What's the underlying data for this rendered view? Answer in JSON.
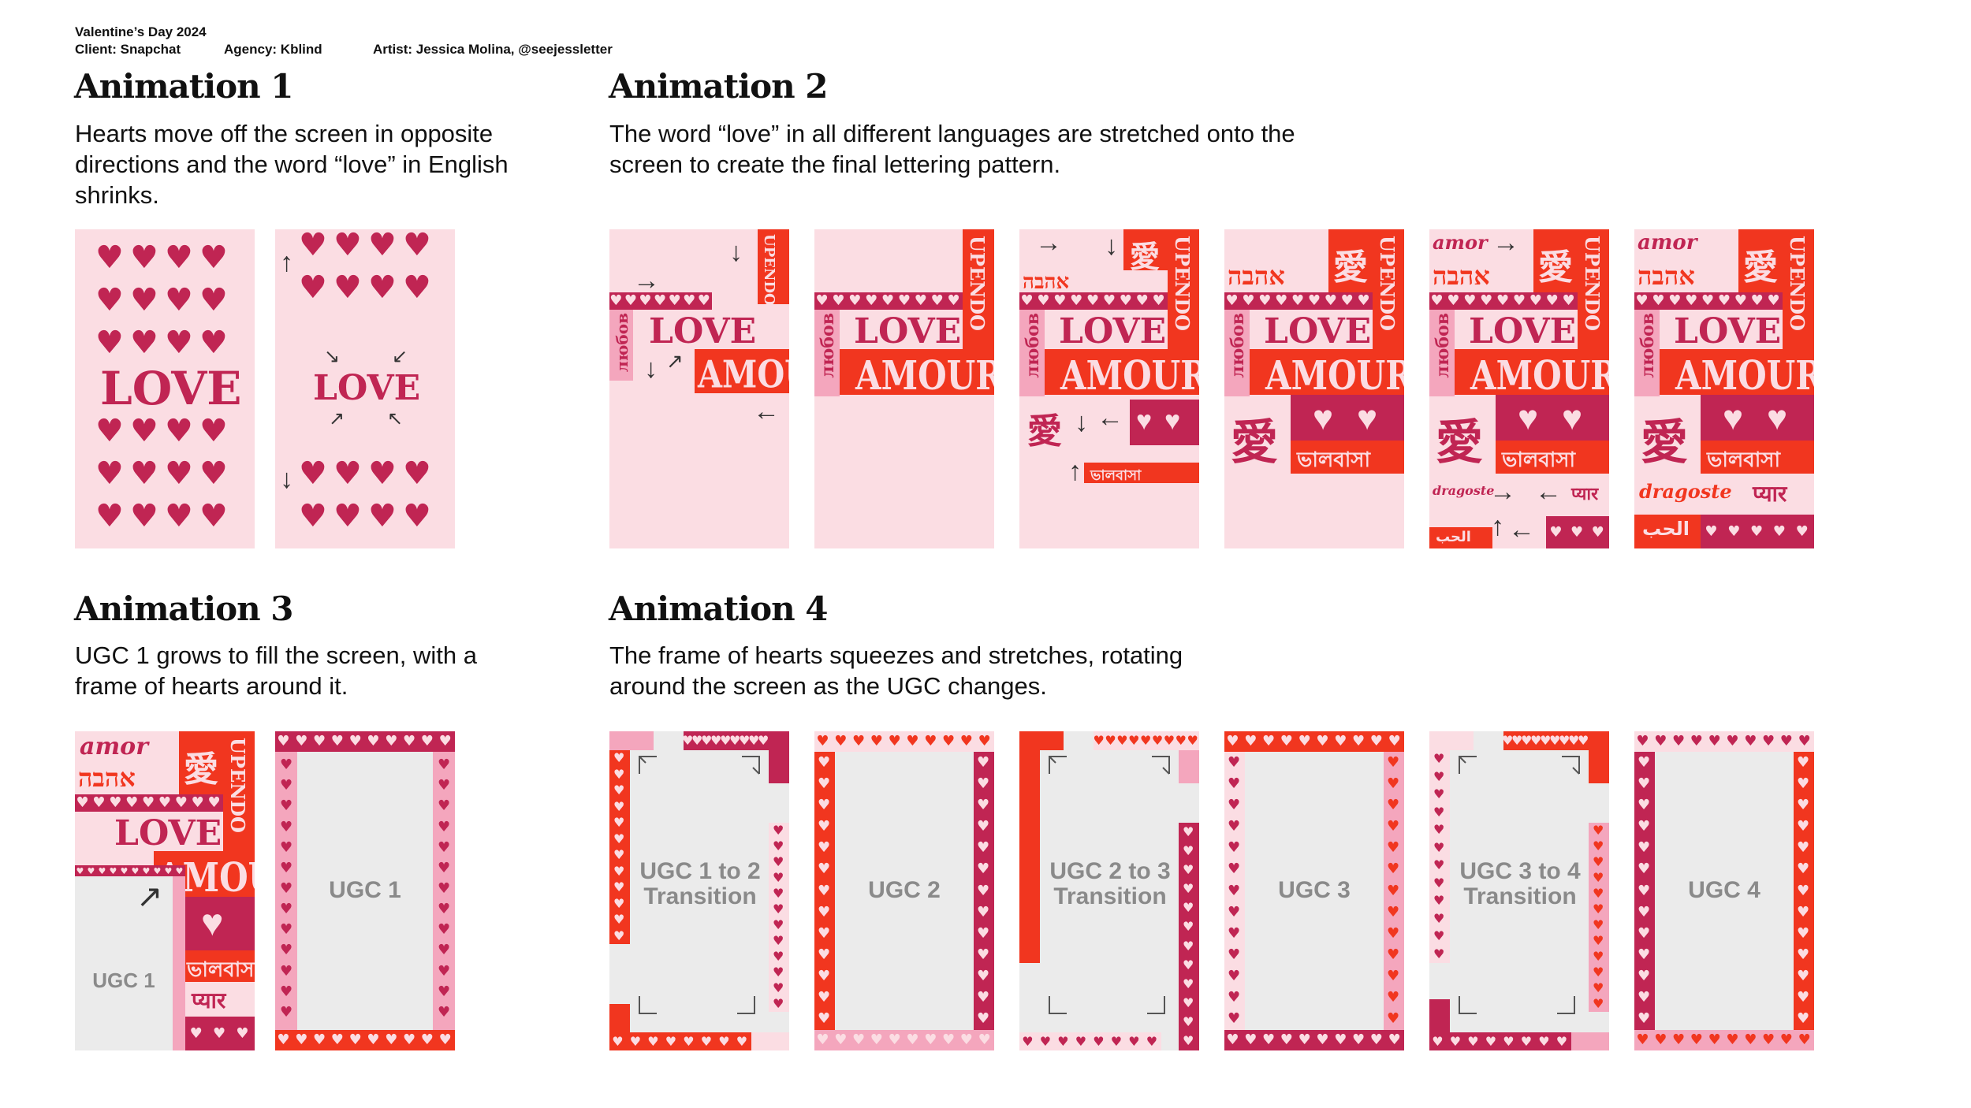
{
  "header": {
    "project": "Valentine’s Day 2024",
    "client": "Client: Snapchat",
    "agency": "Agency: Kblind",
    "artist": "Artist: Jessica Molina, @seejessletter"
  },
  "colors": {
    "pink_light": "#fbdde3",
    "pink": "#f4a6bd",
    "crimson": "#c02553",
    "red": "#f1361f",
    "grey": "#ebebeb"
  },
  "sections": [
    {
      "title": "Animation 1",
      "desc": "Hearts move off the screen in opposite directions and the word “love” in English shrinks."
    },
    {
      "title": "Animation 2",
      "desc": "The word “love” in all different languages are stretched onto the screen to create the final lettering pattern."
    },
    {
      "title": "Animation 3",
      "desc": "UGC 1 grows to fill the screen, with a frame of hearts around it."
    },
    {
      "title": "Animation 4",
      "desc": "The frame of hearts squeezes and stretches, rotating around the screen as the UGC changes."
    }
  ],
  "words": {
    "love": "LOVE",
    "amour": "AMOUR",
    "upendo": "UPENDO",
    "lyubov": "любов",
    "ahava": "אהבה",
    "ai": "愛",
    "bhalobasha": "ভালবাসা",
    "amor": "amor",
    "dragoste": "dragoste",
    "pyaar": "प्यार",
    "hubb": "الحب"
  },
  "ugc": {
    "ugc1": "UGC 1",
    "ugc2": "UGC 2",
    "ugc3": "UGC 3",
    "ugc4": "UGC 4",
    "t12": "UGC 1 to 2\nTransition",
    "t23": "UGC 2 to 3\nTransition",
    "t34": "UGC 3 to 4\nTransition"
  },
  "glyphs": {
    "heart": "♥",
    "arrow_right": "→",
    "arrow_left": "←",
    "arrow_up": "↑",
    "arrow_down": "↓",
    "arrow_ne": "↗",
    "arrow_nw": "↖",
    "arrow_se": "↘",
    "arrow_sw": "↙"
  }
}
